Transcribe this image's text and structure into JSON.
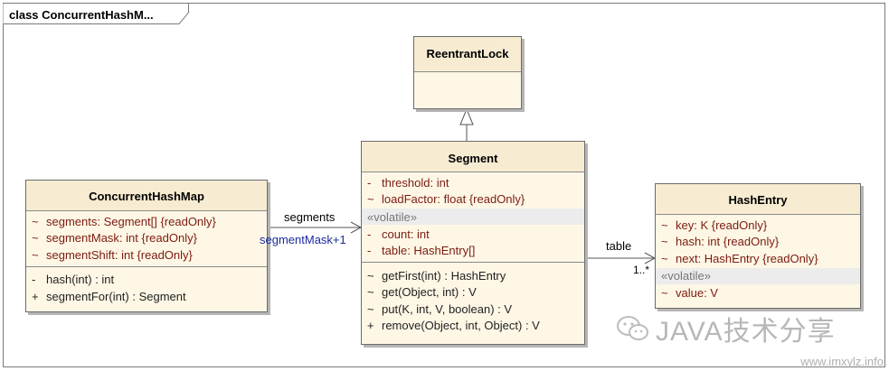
{
  "frame": {
    "title": "class ConcurrentHashM..."
  },
  "classes": {
    "reentrant_lock": {
      "name": "ReentrantLock"
    },
    "segment": {
      "name": "Segment",
      "attributes": [
        {
          "vis": "-",
          "text": "threshold:  int"
        },
        {
          "vis": "~",
          "text": "loadFactor:  float {readOnly}"
        }
      ],
      "stereotype": "«volatile»",
      "volatile_attributes": [
        {
          "vis": "-",
          "text": "count:  int"
        },
        {
          "vis": "-",
          "text": "table:  HashEntry[]"
        }
      ],
      "operations": [
        {
          "vis": "~",
          "text": "getFirst(int) : HashEntry"
        },
        {
          "vis": "~",
          "text": "get(Object, int) : V"
        },
        {
          "vis": "~",
          "text": "put(K, int, V, boolean) : V"
        },
        {
          "vis": "+",
          "text": "remove(Object, int, Object) : V"
        }
      ]
    },
    "concurrent_hash_map": {
      "name": "ConcurrentHashMap",
      "attributes": [
        {
          "vis": "~",
          "text": "segments:  Segment[] {readOnly}"
        },
        {
          "vis": "~",
          "text": "segmentMask:  int {readOnly}"
        },
        {
          "vis": "~",
          "text": "segmentShift:  int {readOnly}"
        }
      ],
      "operations": [
        {
          "vis": "-",
          "text": "hash(int) : int"
        },
        {
          "vis": "+",
          "text": "segmentFor(int) : Segment"
        }
      ]
    },
    "hash_entry": {
      "name": "HashEntry",
      "attributes": [
        {
          "vis": "~",
          "text": "key:  K {readOnly}"
        },
        {
          "vis": "~",
          "text": "hash:  int {readOnly}"
        },
        {
          "vis": "~",
          "text": "next:  HashEntry {readOnly}"
        }
      ],
      "stereotype": "«volatile»",
      "volatile_attributes": [
        {
          "vis": "~",
          "text": "value:  V"
        }
      ]
    }
  },
  "associations": {
    "segments": {
      "role": "segments",
      "multiplicity": "segmentMask+1"
    },
    "table": {
      "role": "table",
      "multiplicity": "1..*"
    }
  },
  "watermark": {
    "text": "JAVA技术分享",
    "url": "www.imxylz.info"
  },
  "colors": {
    "class_fill": "#fff7e6",
    "attribute": "#7a1b10",
    "multiplicity": "#1a2aa0"
  }
}
